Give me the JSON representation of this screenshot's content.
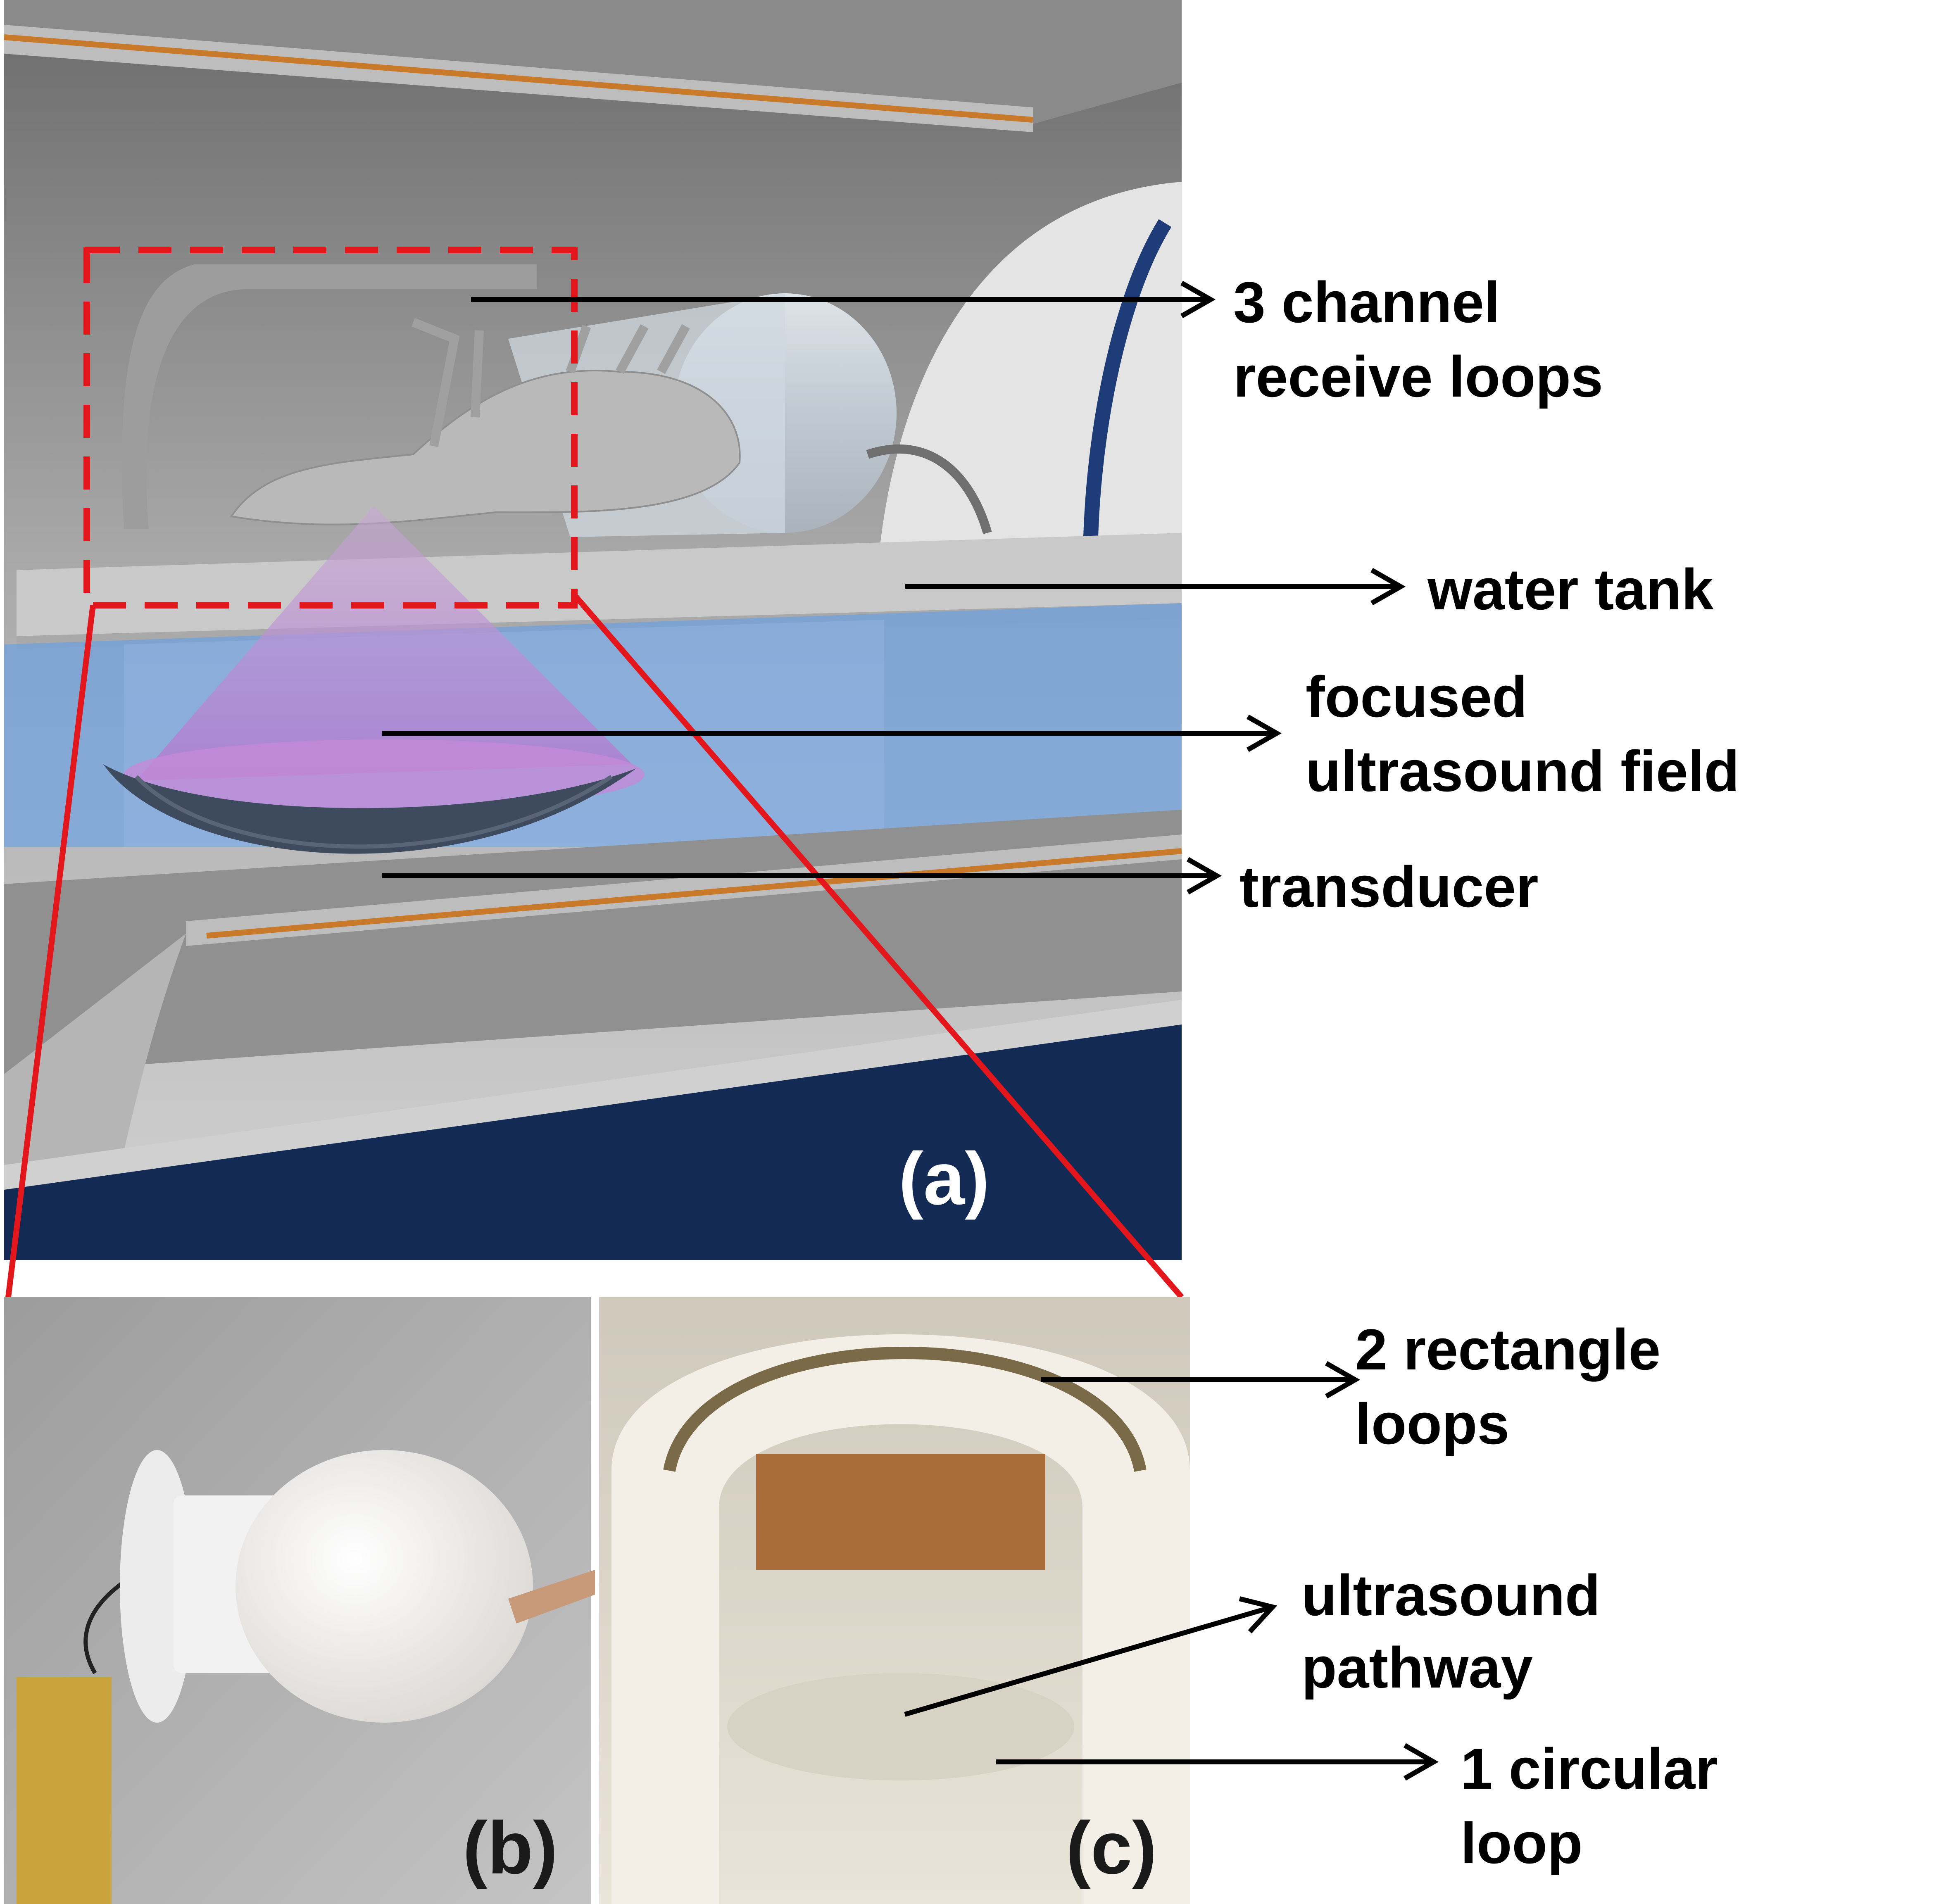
{
  "panels": {
    "a": {
      "label": "(a)"
    },
    "b": {
      "label": "(b)"
    },
    "c": {
      "label": "(c)"
    }
  },
  "annotations": {
    "receive_loops": [
      "3 channel",
      "receive loops"
    ],
    "water_tank": [
      "water tank"
    ],
    "ultrasound_field": [
      "focused",
      "ultrasound field"
    ],
    "transducer": [
      "transducer"
    ],
    "rectangle_loops": [
      "2 rectangle",
      "loops"
    ],
    "ultrasound_pathway": [
      "ultrasound",
      "pathway"
    ],
    "circular_loop": [
      "1 circular",
      "loop"
    ]
  },
  "colors": {
    "zoom_box": "#e3161b",
    "arrow": "#000000",
    "panel_label": "#ffffff",
    "water": "#5c9ff0",
    "ultrasound_cone": "#b88ad0",
    "scanner_base": "#132a55"
  }
}
